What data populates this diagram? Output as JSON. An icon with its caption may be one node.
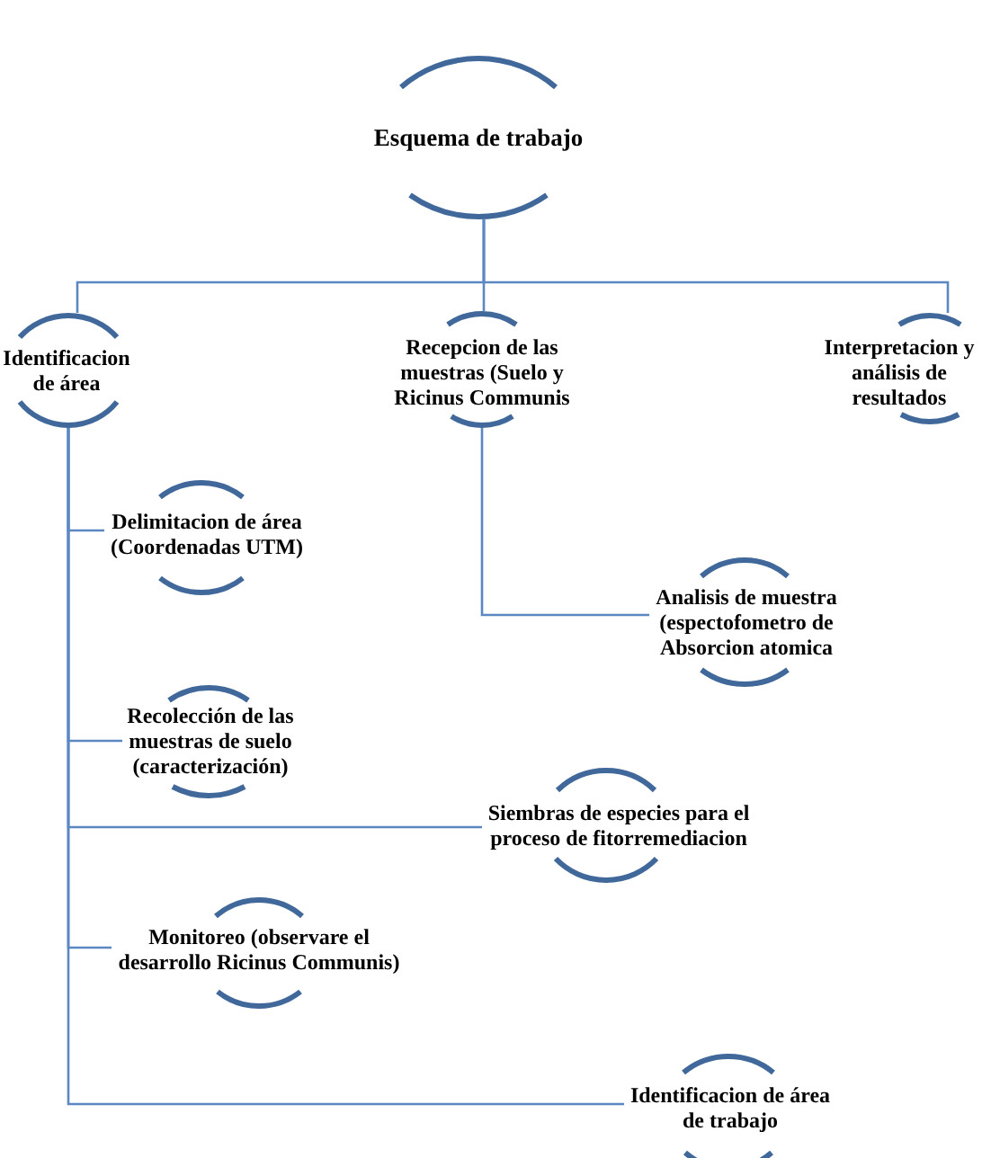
{
  "diagram": {
    "nodes": [
      {
        "text": [
          "Esquema de trabajo"
        ]
      },
      {
        "text": [
          "Identificacion de área"
        ]
      },
      {
        "text": [
          "Recepcion de las muestras (Suelo y Ricinus Communis"
        ]
      },
      {
        "text": [
          "Interpretacion y análisis de resultados"
        ]
      },
      {
        "text": [
          "Delimitacion de área (Coordenadas UTM)"
        ]
      },
      {
        "text": [
          "Analisis de muestra (espectofometro de Absorcion atomica"
        ]
      },
      {
        "text": [
          "Recolección de las muestras de suelo (caracterización)"
        ]
      },
      {
        "text": [
          "Siembras de especies para el proceso de fitorremediacion"
        ]
      },
      {
        "text": [
          "Monitoreo (observare el desarrollo Ricinus Communis)"
        ]
      },
      {
        "text": [
          "Identificacion de área de trabajo"
        ]
      }
    ],
    "edges": [
      {
        "from": 0,
        "to": 1,
        "arrow": "none"
      },
      {
        "from": 0,
        "to": 2,
        "arrow": "none"
      },
      {
        "from": 0,
        "to": 3,
        "arrow": "none"
      },
      {
        "from": 1,
        "to": 4,
        "arrow": "none"
      },
      {
        "from": 1,
        "to": 6,
        "arrow": "none"
      },
      {
        "from": 1,
        "to": 7,
        "arrow": "none"
      },
      {
        "from": 1,
        "to": 8,
        "arrow": "none"
      },
      {
        "from": 1,
        "to": 9,
        "arrow": "none"
      },
      {
        "from": 2,
        "to": 5,
        "arrow": "none"
      }
    ]
  }
}
